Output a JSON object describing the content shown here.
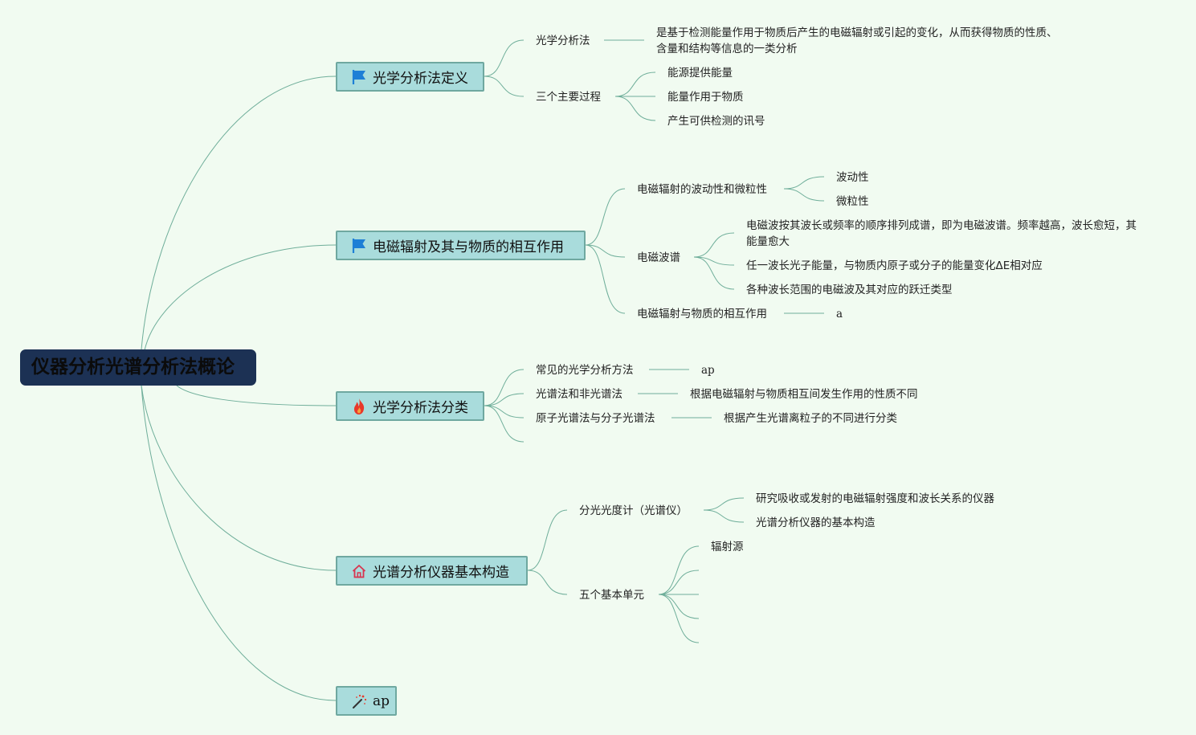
{
  "root": {
    "label": "仪器分析光谱分析法概论"
  },
  "branches": [
    {
      "label": "光学分析法定义",
      "icon": "flag-icon",
      "children": [
        {
          "label": "光学分析法",
          "children": [
            {
              "label": "是基于检测能量作用于物质后产生的电磁辐射或引起的变化，从而获得物质的性质、含量和结构等信息的一类分析"
            }
          ]
        },
        {
          "label": "三个主要过程",
          "children": [
            {
              "label": "能源提供能量"
            },
            {
              "label": "能量作用于物质"
            },
            {
              "label": "产生可供检测的讯号"
            }
          ]
        }
      ]
    },
    {
      "label": "电磁辐射及其与物质的相互作用",
      "icon": "flag-icon",
      "children": [
        {
          "label": "电磁辐射的波动性和微粒性",
          "children": [
            {
              "label": "波动性"
            },
            {
              "label": "微粒性"
            }
          ]
        },
        {
          "label": "电磁波谱",
          "children": [
            {
              "label": "电磁波按其波长或频率的顺序排列成谱，即为电磁波谱。频率越高，波长愈短，其能量愈大"
            },
            {
              "label": "任一波长光子能量，与物质内原子或分子的能量变化ΔE相对应"
            },
            {
              "label": "各种波长范围的电磁波及其对应的跃迁类型"
            }
          ]
        },
        {
          "label": "电磁辐射与物质的相互作用",
          "children": [
            {
              "label": "a"
            }
          ]
        }
      ]
    },
    {
      "label": "光学分析法分类",
      "icon": "fire-icon",
      "children": [
        {
          "label": "常见的光学分析方法",
          "children": [
            {
              "label": "ap"
            }
          ]
        },
        {
          "label": "光谱法和非光谱法",
          "children": [
            {
              "label": "根据电磁辐射与物质相互间发生作用的性质不同"
            }
          ]
        },
        {
          "label": "原子光谱法与分子光谱法",
          "children": [
            {
              "label": "根据产生光谱离粒子的不同进行分类"
            }
          ]
        },
        {
          "label": ""
        }
      ]
    },
    {
      "label": "光谱分析仪器基本构造",
      "icon": "home-icon",
      "children": [
        {
          "label": "分光光度计（光谱仪）",
          "children": [
            {
              "label": "研究吸收或发射的电磁辐射强度和波长关系的仪器"
            },
            {
              "label": "光谱分析仪器的基本构造"
            }
          ]
        },
        {
          "label": "五个基本单元",
          "children": [
            {
              "label": "辐射源"
            },
            {
              "label": ""
            },
            {
              "label": ""
            },
            {
              "label": ""
            },
            {
              "label": ""
            }
          ]
        }
      ]
    },
    {
      "label": "ap",
      "icon": "magic-wand-icon",
      "children": []
    }
  ],
  "colors": {
    "background": "#f1fbf1",
    "root_fill": "#1c3154",
    "topic_fill": "#a9dcdc",
    "topic_border": "#6fa8a0",
    "connector": "#6fae9a",
    "flag": "#1d7fd6",
    "fire": "#e8382a",
    "home": "#d8354f"
  }
}
